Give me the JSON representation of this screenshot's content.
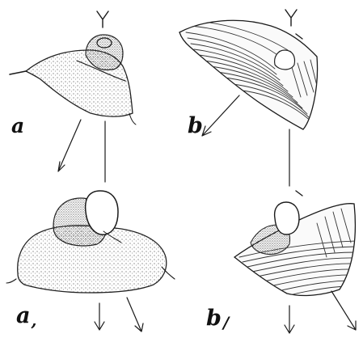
{
  "figure": {
    "panels": [
      {
        "id": "a",
        "label": "a"
      },
      {
        "id": "b",
        "label": "b"
      },
      {
        "id": "a1",
        "label": "a",
        "subscript": ","
      },
      {
        "id": "b1",
        "label": "b",
        "subscript": "/"
      }
    ]
  }
}
